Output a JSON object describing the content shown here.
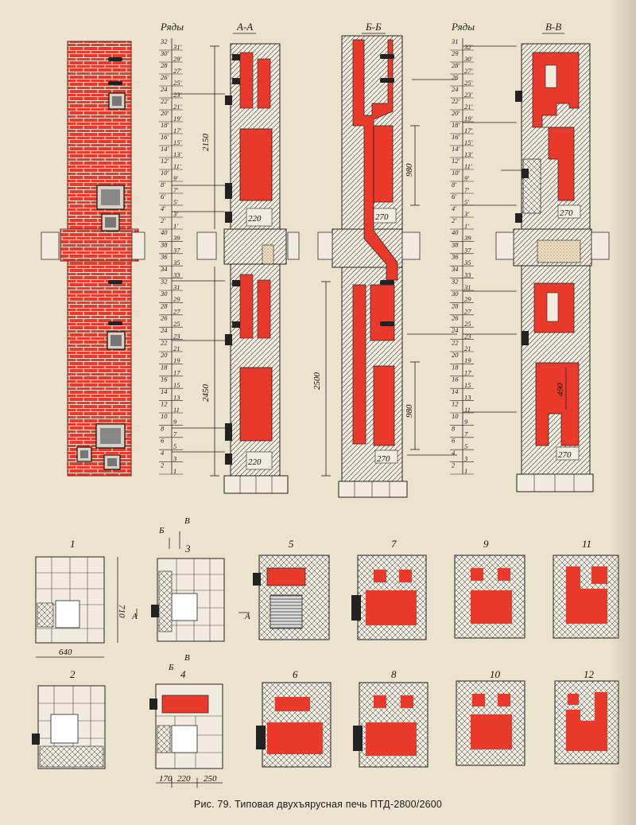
{
  "headers": {
    "rows_left": "Ряды",
    "section_aa": "А-А",
    "section_bb": "Б-Б",
    "rows_right": "Ряды",
    "section_vv": "В-В"
  },
  "row_scale_left": {
    "lower": [
      [
        "40",
        "39"
      ],
      [
        "38",
        "37"
      ],
      [
        "36",
        "35"
      ],
      [
        "34",
        "33"
      ],
      [
        "32",
        "31"
      ],
      [
        "30",
        "29"
      ],
      [
        "28",
        "27"
      ],
      [
        "26",
        "25"
      ],
      [
        "24",
        "23"
      ],
      [
        "22",
        "21"
      ],
      [
        "20",
        "19"
      ],
      [
        "18",
        "17"
      ],
      [
        "16",
        "15"
      ],
      [
        "14",
        "13"
      ],
      [
        "12",
        "11"
      ],
      [
        "10",
        "9"
      ],
      [
        "8",
        "7"
      ],
      [
        "6",
        "5"
      ],
      [
        "4",
        "3"
      ],
      [
        "2",
        "1"
      ]
    ],
    "upper": [
      [
        "32",
        "31'"
      ],
      [
        "30'",
        "29'"
      ],
      [
        "28",
        "27'"
      ],
      [
        "26'",
        "25'"
      ],
      [
        "24",
        "23'"
      ],
      [
        "22'",
        "21'"
      ],
      [
        "20'",
        "19'"
      ],
      [
        "18'",
        "17'"
      ],
      [
        "16'",
        "15'"
      ],
      [
        "14'",
        "13'"
      ],
      [
        "12'",
        "11'"
      ],
      [
        "10'",
        "9'"
      ],
      [
        "8'",
        "7'"
      ],
      [
        "6'",
        "5'"
      ],
      [
        "4'",
        "3'"
      ],
      [
        "2'",
        "1'"
      ]
    ]
  },
  "row_scale_right": {
    "upper": [
      [
        "31",
        "32'"
      ],
      [
        "29",
        "30'"
      ],
      [
        "28'",
        "27'"
      ],
      [
        "26",
        "25'"
      ],
      [
        "24",
        "23'"
      ],
      [
        "22'",
        "21'"
      ],
      [
        "20'",
        "19'"
      ],
      [
        "18'",
        "17'"
      ],
      [
        "16'",
        "15'"
      ],
      [
        "14'",
        "13'"
      ],
      [
        "12'",
        "11'"
      ],
      [
        "10'",
        "9'"
      ],
      [
        "8'",
        "7'"
      ],
      [
        "6'",
        "5'"
      ],
      [
        "4'",
        "3'"
      ],
      [
        "2'",
        "1'"
      ]
    ],
    "lower": [
      [
        "40",
        "39"
      ],
      [
        "38",
        "37"
      ],
      [
        "36",
        "35"
      ],
      [
        "34",
        "33"
      ],
      [
        "32",
        "31"
      ],
      [
        "30",
        "29"
      ],
      [
        "28",
        "27"
      ],
      [
        "26",
        "25"
      ],
      [
        "24",
        "23"
      ],
      [
        "22",
        "21"
      ],
      [
        "20",
        "19"
      ],
      [
        "18",
        "17"
      ],
      [
        "16",
        "15"
      ],
      [
        "14",
        "13"
      ],
      [
        "12",
        "11"
      ],
      [
        "10",
        "9"
      ],
      [
        "8",
        "7"
      ],
      [
        "6",
        "5"
      ],
      [
        "4",
        "3"
      ],
      [
        "2",
        "1"
      ]
    ]
  },
  "dimensions": {
    "aa_upper_height": "2150",
    "aa_lower_height": "2450",
    "aa_opening_upper": "220",
    "aa_opening_lower": "220",
    "bb_height": "2500",
    "bb_chamber_upper": "980",
    "bb_chamber_lower": "980",
    "bb_opening_upper": "270",
    "bb_opening_lower": "270",
    "vv_opening_upper": "270",
    "vv_opening_lower": "270",
    "vv_chamber": "490",
    "plan_width": "640",
    "plan_depth": "710",
    "plan4_left": "170",
    "plan4_mid": "220",
    "plan4_right": "250"
  },
  "section_marks": {
    "b_top": "Б",
    "v_top": "В",
    "b_bottom": "Б",
    "v_bottom": "В",
    "a_left": "А",
    "a_right": "А"
  },
  "plan_labels": [
    "1",
    "2",
    "3",
    "4",
    "5",
    "6",
    "7",
    "8",
    "9",
    "10",
    "11",
    "12"
  ],
  "caption": "Рис. 79. Типовая двухъярусная печь ПТД-2800/2600",
  "colors": {
    "background": "#ece3cf",
    "brick_red": "#e8392a",
    "masonry": "#f2ece0",
    "ink": "#1a1a1a"
  }
}
